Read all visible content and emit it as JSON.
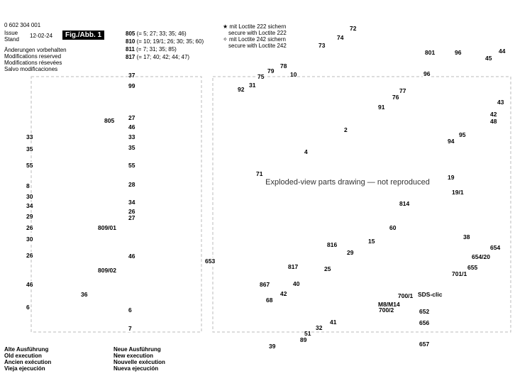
{
  "header": {
    "part_number": "0 602 304 001",
    "issue_label": "Issue",
    "stand_label": "Stand",
    "issue_date": "12-02-24",
    "figure_label": "Fig./Abb. 1",
    "change_notice": [
      "Änderungen vorbehalten",
      "Modifications reserved",
      "Modifications résevées",
      "Salvo modificaciones"
    ]
  },
  "assemblies": [
    {
      "id": "805",
      "parts": "(= 5; 27; 33; 35; 46)"
    },
    {
      "id": "810",
      "parts": "(= 10; 19/1; 26; 30; 35; 60)"
    },
    {
      "id": "811",
      "parts": "(= 7; 31; 35; 85)"
    },
    {
      "id": "817",
      "parts": "(= 17; 40; 42; 44; 47)"
    }
  ],
  "loctite_legend": [
    {
      "symbol": "★",
      "de": "mit Loctite 222 sichern",
      "en": "secure with Loctite 222"
    },
    {
      "symbol": "✧",
      "de": "mit Loctite 242 sichern",
      "en": "secure with Loctite 242"
    }
  ],
  "execution_legend": {
    "old": [
      "Alte Ausführung",
      "Old execution",
      "Ancien exécution",
      "Vieja ejecución"
    ],
    "new": [
      "Neue Ausführung",
      "New execution",
      "Nouvelle exécution",
      "Nueva ejecución"
    ]
  },
  "callouts": [
    "37",
    "99",
    "805",
    "27",
    "46",
    "33",
    "35",
    "55",
    "28",
    "34",
    "26",
    "27",
    "809/01",
    "46",
    "6",
    "7",
    "33",
    "35",
    "55",
    "8",
    "30",
    "34",
    "29",
    "26",
    "30",
    "26",
    "809/02",
    "46",
    "36",
    "6",
    "75",
    "92",
    "31",
    "79",
    "78",
    "10",
    "73",
    "74",
    "72",
    "45",
    "44",
    "801",
    "96",
    "96",
    "76",
    "77",
    "43",
    "42",
    "48",
    "94",
    "95",
    "91",
    "2",
    "4",
    "71",
    "19",
    "19/1",
    "814",
    "60",
    "38",
    "816",
    "29",
    "15",
    "654/20",
    "654",
    "655",
    "701/1",
    "653",
    "867",
    "817",
    "40",
    "42",
    "68",
    "25",
    "41",
    "51",
    "32",
    "39",
    "89",
    "700/1",
    "M8/M14",
    "700/2",
    "SDS-clic",
    "652",
    "656",
    "657"
  ],
  "placeholder_notice": "Exploded-view parts drawing — not reproduced"
}
